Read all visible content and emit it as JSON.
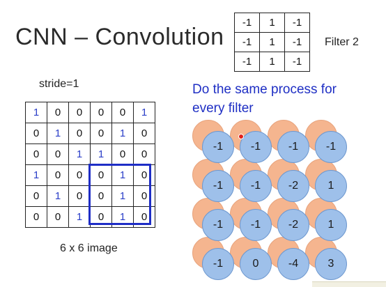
{
  "slide": {
    "title": "CNN – Convolution",
    "filter_label": "Filter 2",
    "stride_label": "stride=1",
    "image_label": "6 x 6 image",
    "process_note_line1": "Do the same process for",
    "process_note_line2": "every filter"
  },
  "filter": [
    [
      "-1",
      "1",
      "-1"
    ],
    [
      "-1",
      "1",
      "-1"
    ],
    [
      "-1",
      "1",
      "-1"
    ]
  ],
  "image": [
    [
      "1",
      "0",
      "0",
      "0",
      "0",
      "1"
    ],
    [
      "0",
      "1",
      "0",
      "0",
      "1",
      "0"
    ],
    [
      "0",
      "0",
      "1",
      "1",
      "0",
      "0"
    ],
    [
      "1",
      "0",
      "0",
      "0",
      "1",
      "0"
    ],
    [
      "0",
      "1",
      "0",
      "0",
      "1",
      "0"
    ],
    [
      "0",
      "0",
      "1",
      "0",
      "1",
      "0"
    ]
  ],
  "feature_map": [
    [
      "-1",
      "-1",
      "-1",
      "-1"
    ],
    [
      "-1",
      "-1",
      "-2",
      "1"
    ],
    [
      "-1",
      "-1",
      "-2",
      "1"
    ],
    [
      "-1",
      "0",
      "-4",
      "3"
    ]
  ],
  "colors": {
    "highlight_digit": "#2b3fc8",
    "window_border": "#1e2dc6",
    "note_text": "#1f2fc4",
    "front_circle": "#9ec0ea",
    "back_circle": "#f5b58f"
  }
}
